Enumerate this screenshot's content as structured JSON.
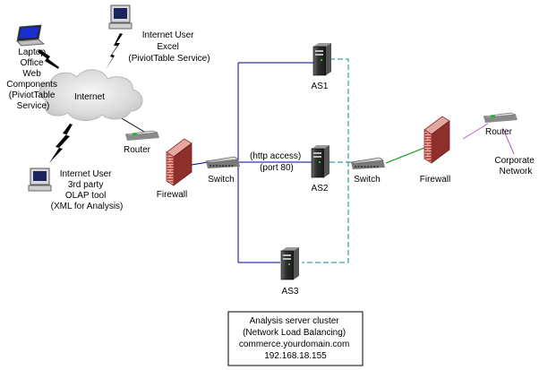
{
  "nodes": {
    "laptop": {
      "lines": [
        "Laptop",
        "Office",
        "Web",
        "Components",
        "(PiviotTable",
        "Service)"
      ]
    },
    "excel_user": {
      "lines": [
        "Internet User",
        "Excel",
        "(PiviotTable Service)"
      ]
    },
    "internet": {
      "label": "Internet"
    },
    "olap_user": {
      "lines": [
        "Internet User",
        "3rd party",
        "OLAP tool",
        "(XML for Analysis)"
      ]
    },
    "router_left": {
      "label": "Router"
    },
    "firewall_left": {
      "label": "Firewall"
    },
    "switch_left": {
      "label": "Switch"
    },
    "as1": {
      "label": "AS1"
    },
    "as2": {
      "label": "AS2"
    },
    "as3": {
      "label": "AS3"
    },
    "switch_right": {
      "label": "Switch"
    },
    "firewall_right": {
      "label": "Firewall"
    },
    "router_right": {
      "label": "Router"
    },
    "corporate": {
      "lines": [
        "Corporate",
        "Network"
      ]
    }
  },
  "http_note": {
    "lines": [
      "(http access)",
      "(port 80)"
    ]
  },
  "cluster_box": {
    "lines": [
      "Analysis server cluster",
      "(Network Load Balancing)",
      "commerce.yourdomain.com",
      "192.168.18.155"
    ]
  },
  "colors": {
    "lan_line": "#0000a0",
    "cluster_dash": "#0f8c8c",
    "firewall_brick": "#b8413f",
    "green_link": "#009000",
    "corp_link": "#b060d0",
    "lightning": "#000000"
  }
}
